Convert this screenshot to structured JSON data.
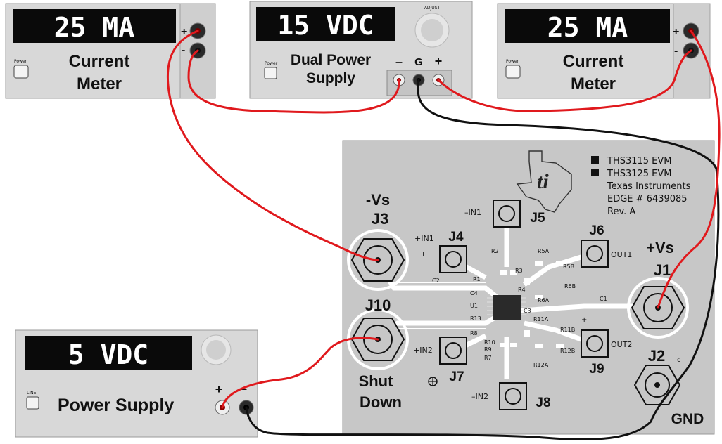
{
  "colors": {
    "wire_positive": "#e0191d",
    "wire_ground": "#111111",
    "board": "#c7c7c7",
    "trace": "#ffffff",
    "lcd": "#0a0a0a",
    "instrument_body": "#d8d8d8"
  },
  "instruments": {
    "meter_left": {
      "display": "25 MA",
      "label_line1": "Current",
      "label_line2": "Meter",
      "plus": "+",
      "minus": "-",
      "power_caption": "Power"
    },
    "dual_supply": {
      "display": "15 VDC",
      "label_line1": "Dual Power",
      "label_line2": "Supply",
      "term_minus": "–",
      "term_ground": "G",
      "term_plus": "+",
      "knob_caption": "ADJUST",
      "power_caption": "Power"
    },
    "meter_right": {
      "display": "25 MA",
      "label_line1": "Current",
      "label_line2": "Meter",
      "plus": "+",
      "minus": "-",
      "power_caption": "Power"
    },
    "power_supply": {
      "display": "5 VDC",
      "label": "Power Supply",
      "plus": "+",
      "minus": "–",
      "power_caption": "LINE"
    }
  },
  "board": {
    "title_lines": [
      "THS3115 EVM",
      "THS3125 EVM",
      "Texas Instruments",
      "EDGE # 6439085",
      "Rev. A"
    ],
    "connectors": {
      "j3": {
        "name": "J3",
        "caption": "-Vs"
      },
      "j10": {
        "name": "J10",
        "caption_line1": "Shut",
        "caption_line2": "Down"
      },
      "j1": {
        "name": "J1",
        "caption": "+Vs"
      },
      "j2": {
        "name": "J2",
        "caption": "GND"
      },
      "j4": {
        "name": "J4",
        "silk": "+IN1"
      },
      "j5": {
        "name": "J5",
        "silk": "–IN1"
      },
      "j6": {
        "name": "J6",
        "silk": "OUT1"
      },
      "j7": {
        "name": "J7",
        "silk": "+IN2"
      },
      "j8": {
        "name": "J8",
        "silk": "–IN2"
      },
      "j9": {
        "name": "J9",
        "silk": "OUT2"
      }
    },
    "components": [
      "R1",
      "R2",
      "R3",
      "R4",
      "R5A",
      "R5B",
      "R6A",
      "R6B",
      "C1",
      "C2",
      "C3",
      "C4",
      "U1",
      "R13",
      "R8",
      "R9",
      "R7",
      "R10",
      "R11A",
      "R11B",
      "R12A",
      "R12B"
    ]
  }
}
